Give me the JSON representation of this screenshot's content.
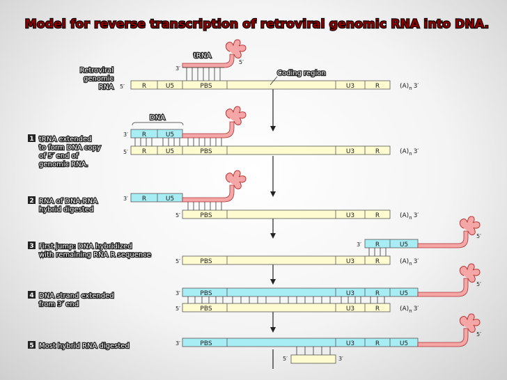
{
  "title": "Model for reverse transcription of retroviral genomic RNA into DNA.",
  "labels": {
    "trna": "tRNA",
    "coding_region": "Coding region",
    "dna": "DNA",
    "retroviral_line1": "Retroviral",
    "retroviral_line2": "genomic",
    "retroviral_line3": "RNA"
  },
  "segments": {
    "r": "R",
    "u5": "U5",
    "pbs": "PBS",
    "u3": "U3",
    "polya": "(A)",
    "polya_sub": "n",
    "five_prime": "5′",
    "three_prime": "3′"
  },
  "steps": [
    {
      "number": "1",
      "lines": [
        "tRNA extended",
        "to form DNA copy",
        "of 5′ end of",
        "genomic RNA."
      ]
    },
    {
      "number": "2",
      "lines": [
        "RNA of DNA-RNA",
        "hybrid digested"
      ]
    },
    {
      "number": "3",
      "lines": [
        "First jump: DNA hybridized",
        "with remaining RNA R sequence"
      ]
    },
    {
      "number": "4",
      "lines": [
        "DNA strand extended",
        "from 3′ end"
      ]
    },
    {
      "number": "5",
      "lines": [
        "Most hybrid RNA digested"
      ]
    }
  ],
  "colors": {
    "title": "#8b0000",
    "rna_strand": "#fffbd0",
    "dna_strand": "#a8ecf4",
    "trna": "#f5a6a6",
    "step_badge": "#222222"
  }
}
